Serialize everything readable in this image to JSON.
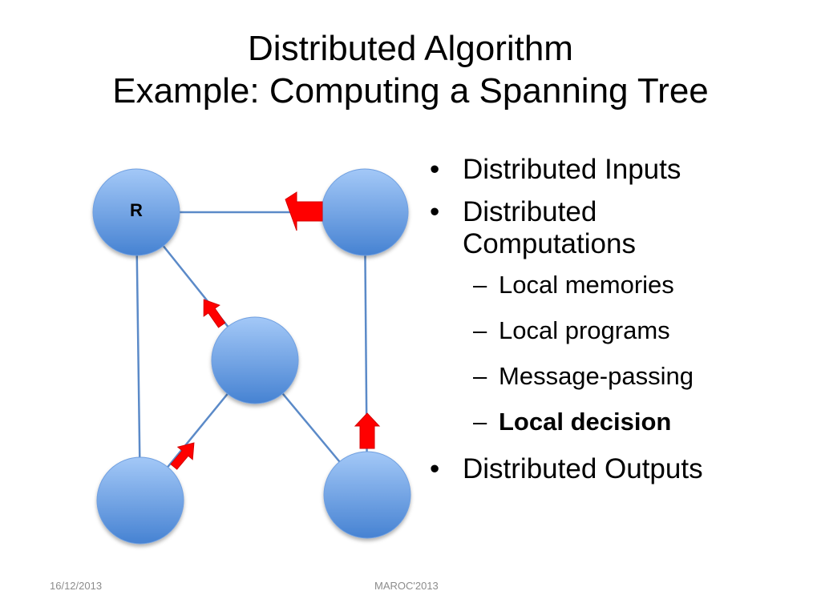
{
  "slide": {
    "title_line1": "Distributed Algorithm",
    "title_line2": "Example: Computing a Spanning Tree"
  },
  "diagram": {
    "root_label": "R",
    "node_color_light": "#9dc3f5",
    "node_color_dark": "#4a86d4",
    "edge_color": "#5b8ac8",
    "arrow_color": "#ff0000"
  },
  "bullets": {
    "inputs": "Distributed Inputs",
    "computations_line1": "Distributed",
    "computations_line2": "Computations",
    "sub": [
      "Local memories",
      "Local programs",
      "Message-passing",
      "Local decision"
    ],
    "outputs": "Distributed Outputs"
  },
  "footer": {
    "date": "16/12/2013",
    "event": "MAROC'2013"
  }
}
